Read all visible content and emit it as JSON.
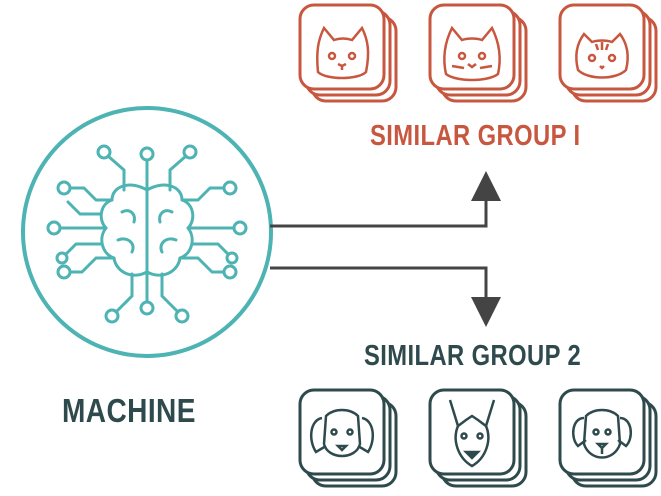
{
  "colors": {
    "cat_accent": "#c8573f",
    "dog_accent": "#2e4a4d",
    "machine_teal": "#4db3b3",
    "arrow": "#444444"
  },
  "machine": {
    "label": "MACHINE",
    "icon": "brain-circuit-icon"
  },
  "group1": {
    "label": "SIMILAR GROUP I",
    "icons": [
      "cat-face-icon",
      "cat-face-icon",
      "cat-face-icon"
    ]
  },
  "group2": {
    "label": "SIMILAR GROUP 2",
    "icons": [
      "dog-face-icon",
      "dog-face-icon",
      "dog-face-icon"
    ]
  }
}
